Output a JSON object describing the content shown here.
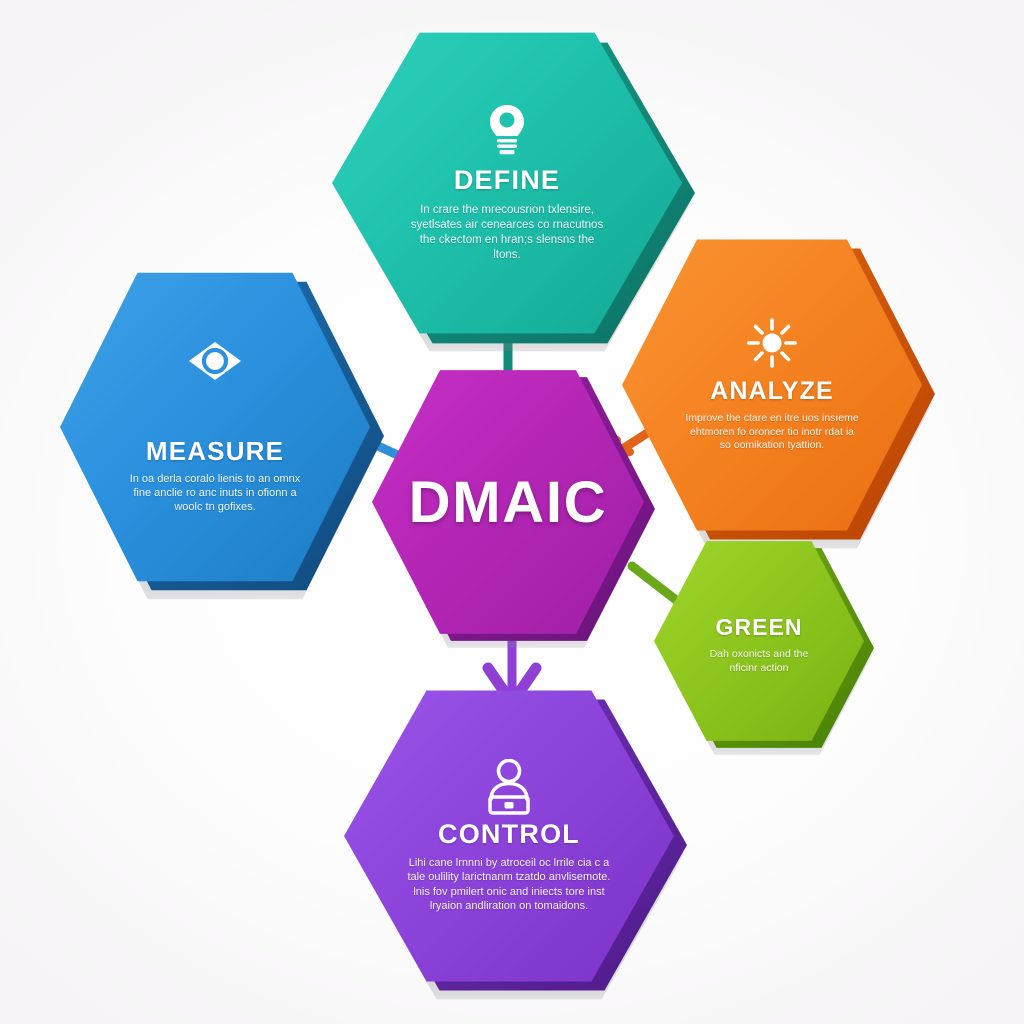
{
  "diagram": {
    "title": "DMAIC",
    "background_color": "#ffffff",
    "type": "hexagon-process-cycle"
  },
  "center": {
    "label": "DMAIC",
    "color": "#b026b0",
    "side_color": "#7d1a86",
    "name": "center-hexagon"
  },
  "nodes": [
    {
      "key": "define",
      "label": "DEFINE",
      "desc": "In crare the mrecousrion txlensire, syetlsates air cenearces co rnacutnos the ckectom en hran;s slensns the ltons.",
      "color": "#20c3af",
      "side_color": "#11806f",
      "icon": "lightbulb-icon"
    },
    {
      "key": "measure",
      "label": "MEASURE",
      "desc": "In oa derla coralo lienis to an omnx fine anclie ro anc inuts in ofionn a woolc tn gofixes.",
      "color": "#2a8fdd",
      "side_color": "#14558f",
      "icon": "diamond-eye-icon"
    },
    {
      "key": "analyze",
      "label": "ANALYZE",
      "desc": "Improve the ctare en itre uos insıeme ehtmoren fo oroncer tio inotr rdat ia so oomikation tyattion.",
      "color": "#f68427",
      "side_color": "#cc4f0c",
      "icon": "sun-icon"
    },
    {
      "key": "green",
      "label": "GREEN",
      "desc": "Dah oxonicts and the nficinr action",
      "color": "#8ec61f",
      "side_color": "#4e8f0c",
      "icon": "none"
    },
    {
      "key": "control",
      "label": "CONTROL",
      "desc": "Lihi cane lrnnni by atroceil oc lrrile cia c a tale oulility larictnanm tzatdo anvlisemote. lnis fov pmilert onic and iniects tore inst lryaion andliration on tomaidons.",
      "color": "#8c44db",
      "side_color": "#5c1f9c",
      "icon": "person-podium-icon"
    }
  ],
  "arrows": [
    {
      "name": "arrow-center-to-define",
      "color": "#118a78",
      "direction": "bidirectional-vertical"
    },
    {
      "name": "arrow-center-to-measure",
      "color": "#2a8fdd",
      "direction": "up-left"
    },
    {
      "name": "arrow-center-to-analyze",
      "color": "#e2621a",
      "direction": "bidirectional-diagonal"
    },
    {
      "name": "arrow-center-to-green",
      "color": "#6aa81a",
      "direction": "down-right"
    },
    {
      "name": "arrow-center-to-control",
      "color": "#8c44db",
      "direction": "down"
    }
  ]
}
